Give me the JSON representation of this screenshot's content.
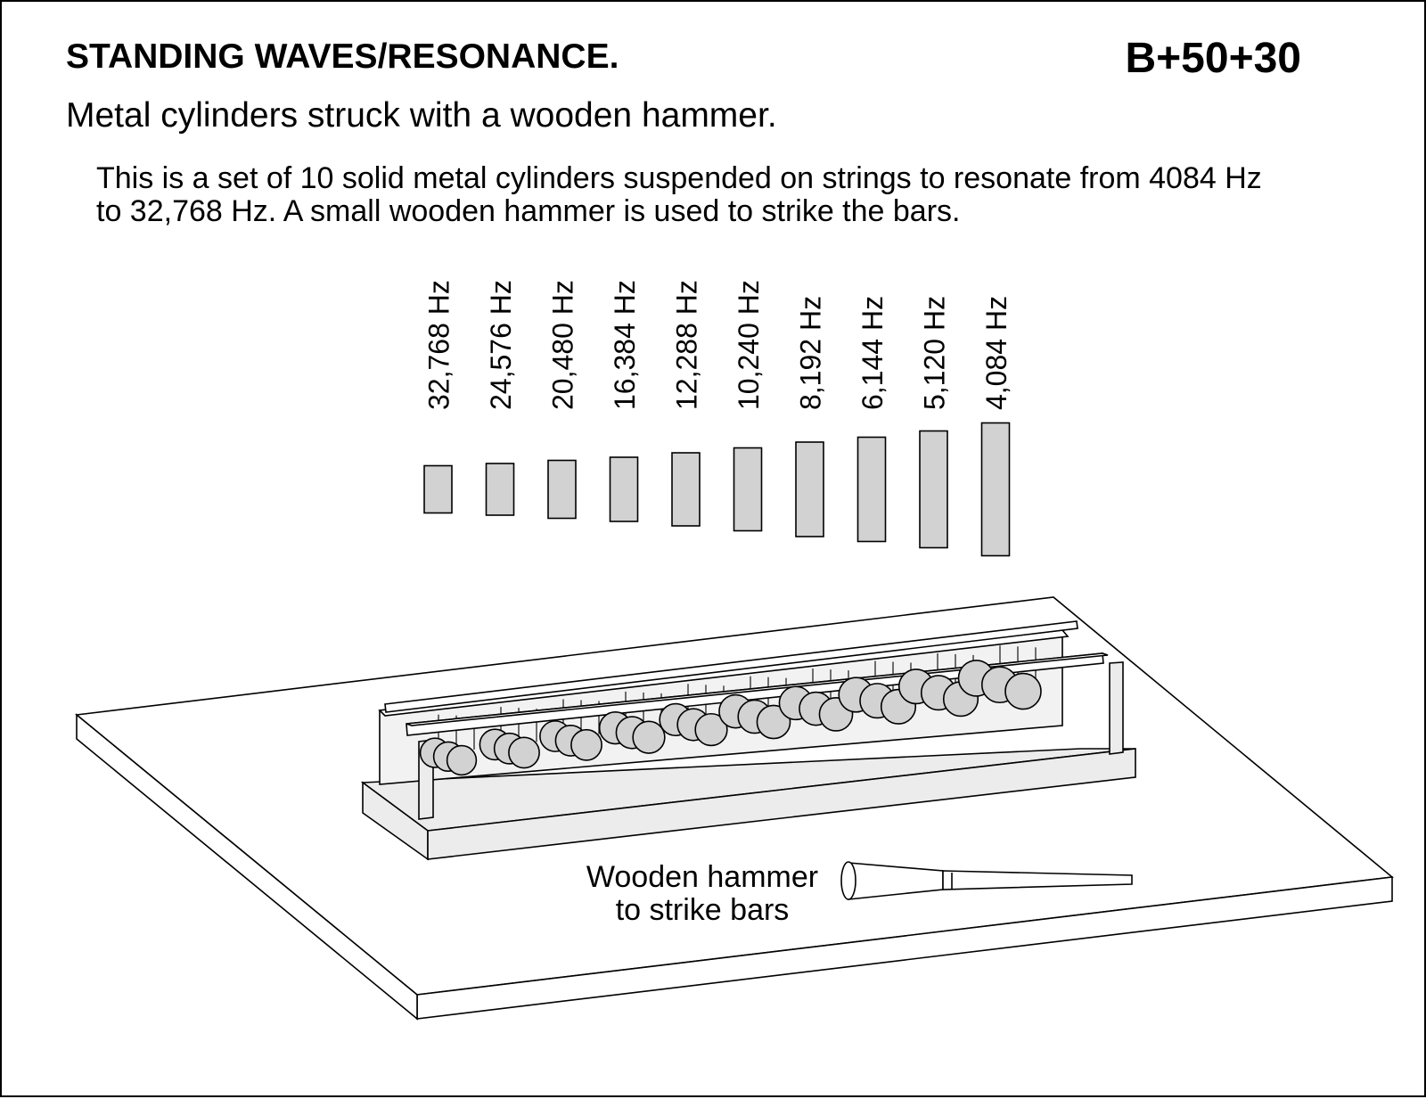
{
  "header": {
    "title": "STANDING WAVES/RESONANCE.",
    "code": "B+50+30",
    "subtitle": "Metal cylinders struck with a wooden hammer.",
    "description_lines": [
      "This is a set of 10 solid metal cylinders suspended on strings to resonate from 4084 Hz",
      "to 32,768 Hz.  A small wooden hammer is used to strike the bars."
    ]
  },
  "cylinders": [
    {
      "label": "32,768 Hz"
    },
    {
      "label": "24,576 Hz"
    },
    {
      "label": "20,480 Hz"
    },
    {
      "label": "16,384 Hz"
    },
    {
      "label": "12,288 Hz"
    },
    {
      "label": "10,240 Hz"
    },
    {
      "label": "8,192 Hz"
    },
    {
      "label": "6,144 Hz"
    },
    {
      "label": "5,120 Hz"
    },
    {
      "label": "4,084 Hz"
    }
  ],
  "hammer": {
    "label_lines": [
      "Wooden hammer",
      "to strike bars"
    ]
  },
  "colors": {
    "line": "#000000",
    "fill_gray": "#d2d2d2",
    "fill_light": "#ececec",
    "background": "#ffffff"
  }
}
